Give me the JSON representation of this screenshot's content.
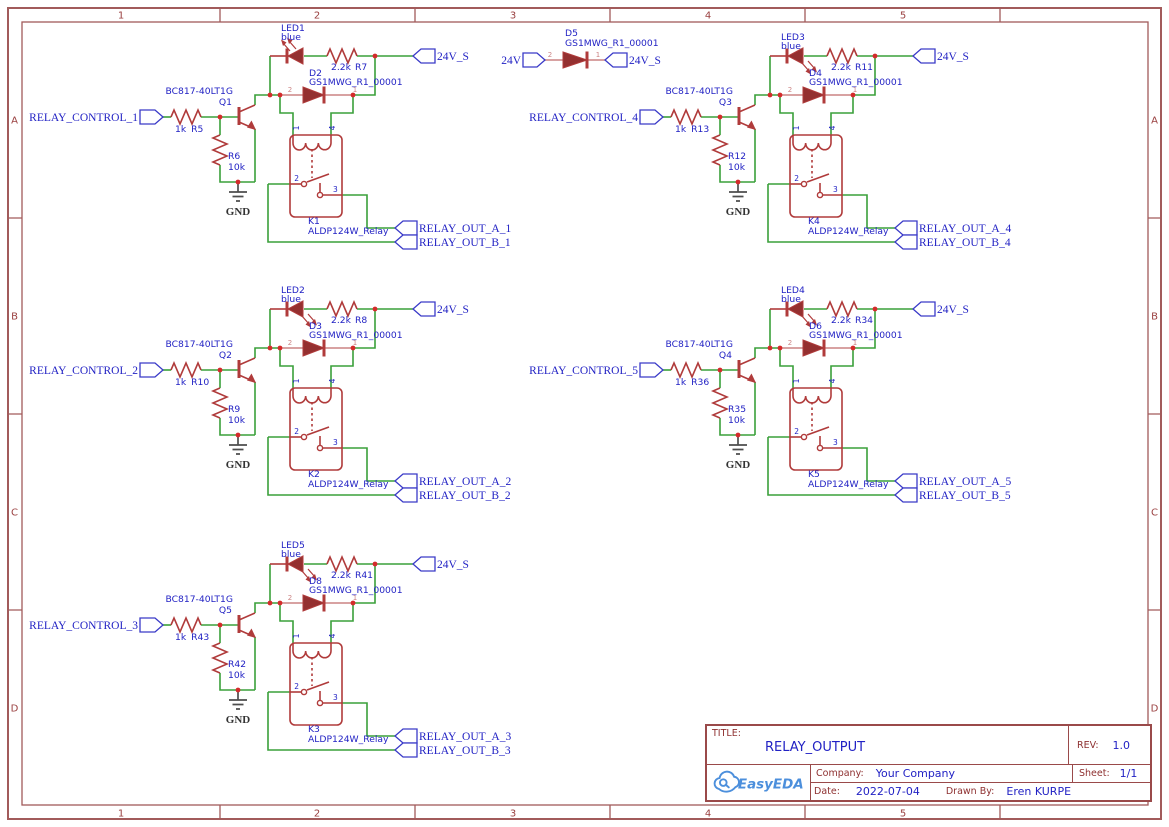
{
  "colors": {
    "symbol_stroke": "#B03B3B",
    "symbol_fill": "#943030",
    "wire_green": "#3AA03A",
    "label_blue": "#2222C4",
    "pin_number_red": "#CC8484",
    "junction_dot": "#D42B2B",
    "frame_red": "#A25B5B",
    "logo_blue": "#4C8FDC"
  },
  "frame": {
    "column_labels": [
      "1",
      "2",
      "3",
      "4",
      "5"
    ],
    "row_labels": [
      "A",
      "B",
      "C",
      "D"
    ]
  },
  "shared": {
    "transistor_part": "BC817-40LT1G",
    "diode_part": "GS1MWG_R1_00001",
    "relay_part": "ALDP124W_Relay",
    "led_color_label": "blue",
    "gnd_label": "GND",
    "rail": "24V_S",
    "pins": {
      "diode_anode": "2",
      "diode_cathode": "1",
      "coil_a": "1",
      "coil_b": "4",
      "com": "2",
      "no": "3"
    }
  },
  "circuits": [
    {
      "control": "RELAY_CONTROL_1",
      "rin_value": "1k",
      "rin_ref": "R5",
      "q_ref": "Q1",
      "rpd_ref": "R6",
      "rpd_value": "10k",
      "led_ref": "LED1",
      "rled_value": "2.2k",
      "rled_ref": "R7",
      "d_ref": "D2",
      "k_ref": "K1",
      "out_a": "RELAY_OUT_A_1",
      "out_b": "RELAY_OUT_B_1",
      "led_arrows": "up"
    },
    {
      "control": "RELAY_CONTROL_4",
      "rin_value": "1k",
      "rin_ref": "R13",
      "q_ref": "Q3",
      "rpd_ref": "R12",
      "rpd_value": "10k",
      "led_ref": "LED3",
      "rled_value": "2.2k",
      "rled_ref": "R11",
      "d_ref": "D4",
      "k_ref": "K4",
      "out_a": "RELAY_OUT_A_4",
      "out_b": "RELAY_OUT_B_4",
      "led_arrows": "down"
    },
    {
      "control": "RELAY_CONTROL_2",
      "rin_value": "1k",
      "rin_ref": "R10",
      "q_ref": "Q2",
      "rpd_ref": "R9",
      "rpd_value": "10k",
      "led_ref": "LED2",
      "rled_value": "2.2k",
      "rled_ref": "R8",
      "d_ref": "D3",
      "k_ref": "K2",
      "out_a": "RELAY_OUT_A_2",
      "out_b": "RELAY_OUT_B_2",
      "led_arrows": "down"
    },
    {
      "control": "RELAY_CONTROL_5",
      "rin_value": "1k",
      "rin_ref": "R36",
      "q_ref": "Q4",
      "rpd_ref": "R35",
      "rpd_value": "10k",
      "led_ref": "LED4",
      "rled_value": "2.2k",
      "rled_ref": "R34",
      "d_ref": "D6",
      "k_ref": "K5",
      "out_a": "RELAY_OUT_A_5",
      "out_b": "RELAY_OUT_B_5",
      "led_arrows": "down"
    },
    {
      "control": "RELAY_CONTROL_3",
      "rin_value": "1k",
      "rin_ref": "R43",
      "q_ref": "Q5",
      "rpd_ref": "R42",
      "rpd_value": "10k",
      "led_ref": "LED5",
      "rled_value": "2.2k",
      "rled_ref": "R41",
      "d_ref": "D8",
      "k_ref": "K3",
      "out_a": "RELAY_OUT_A_3",
      "out_b": "RELAY_OUT_B_3",
      "led_arrows": "down"
    }
  ],
  "bridge": {
    "ref": "D5",
    "part": "GS1MWG_R1_00001",
    "input": "24V",
    "output": "24V_S",
    "pin_anode": "2",
    "pin_cathode": "1"
  },
  "title_block": {
    "title_label": "TITLE:",
    "title": "RELAY_OUTPUT",
    "rev_label": "REV:",
    "rev": "1.0",
    "company_label": "Company:",
    "company": "Your Company",
    "sheet_label": "Sheet:",
    "sheet": "1/1",
    "date_label": "Date:",
    "date": "2022-07-04",
    "drawn_by_label": "Drawn By:",
    "drawn_by": "Eren KURPE",
    "logo_text": "EasyEDA"
  }
}
